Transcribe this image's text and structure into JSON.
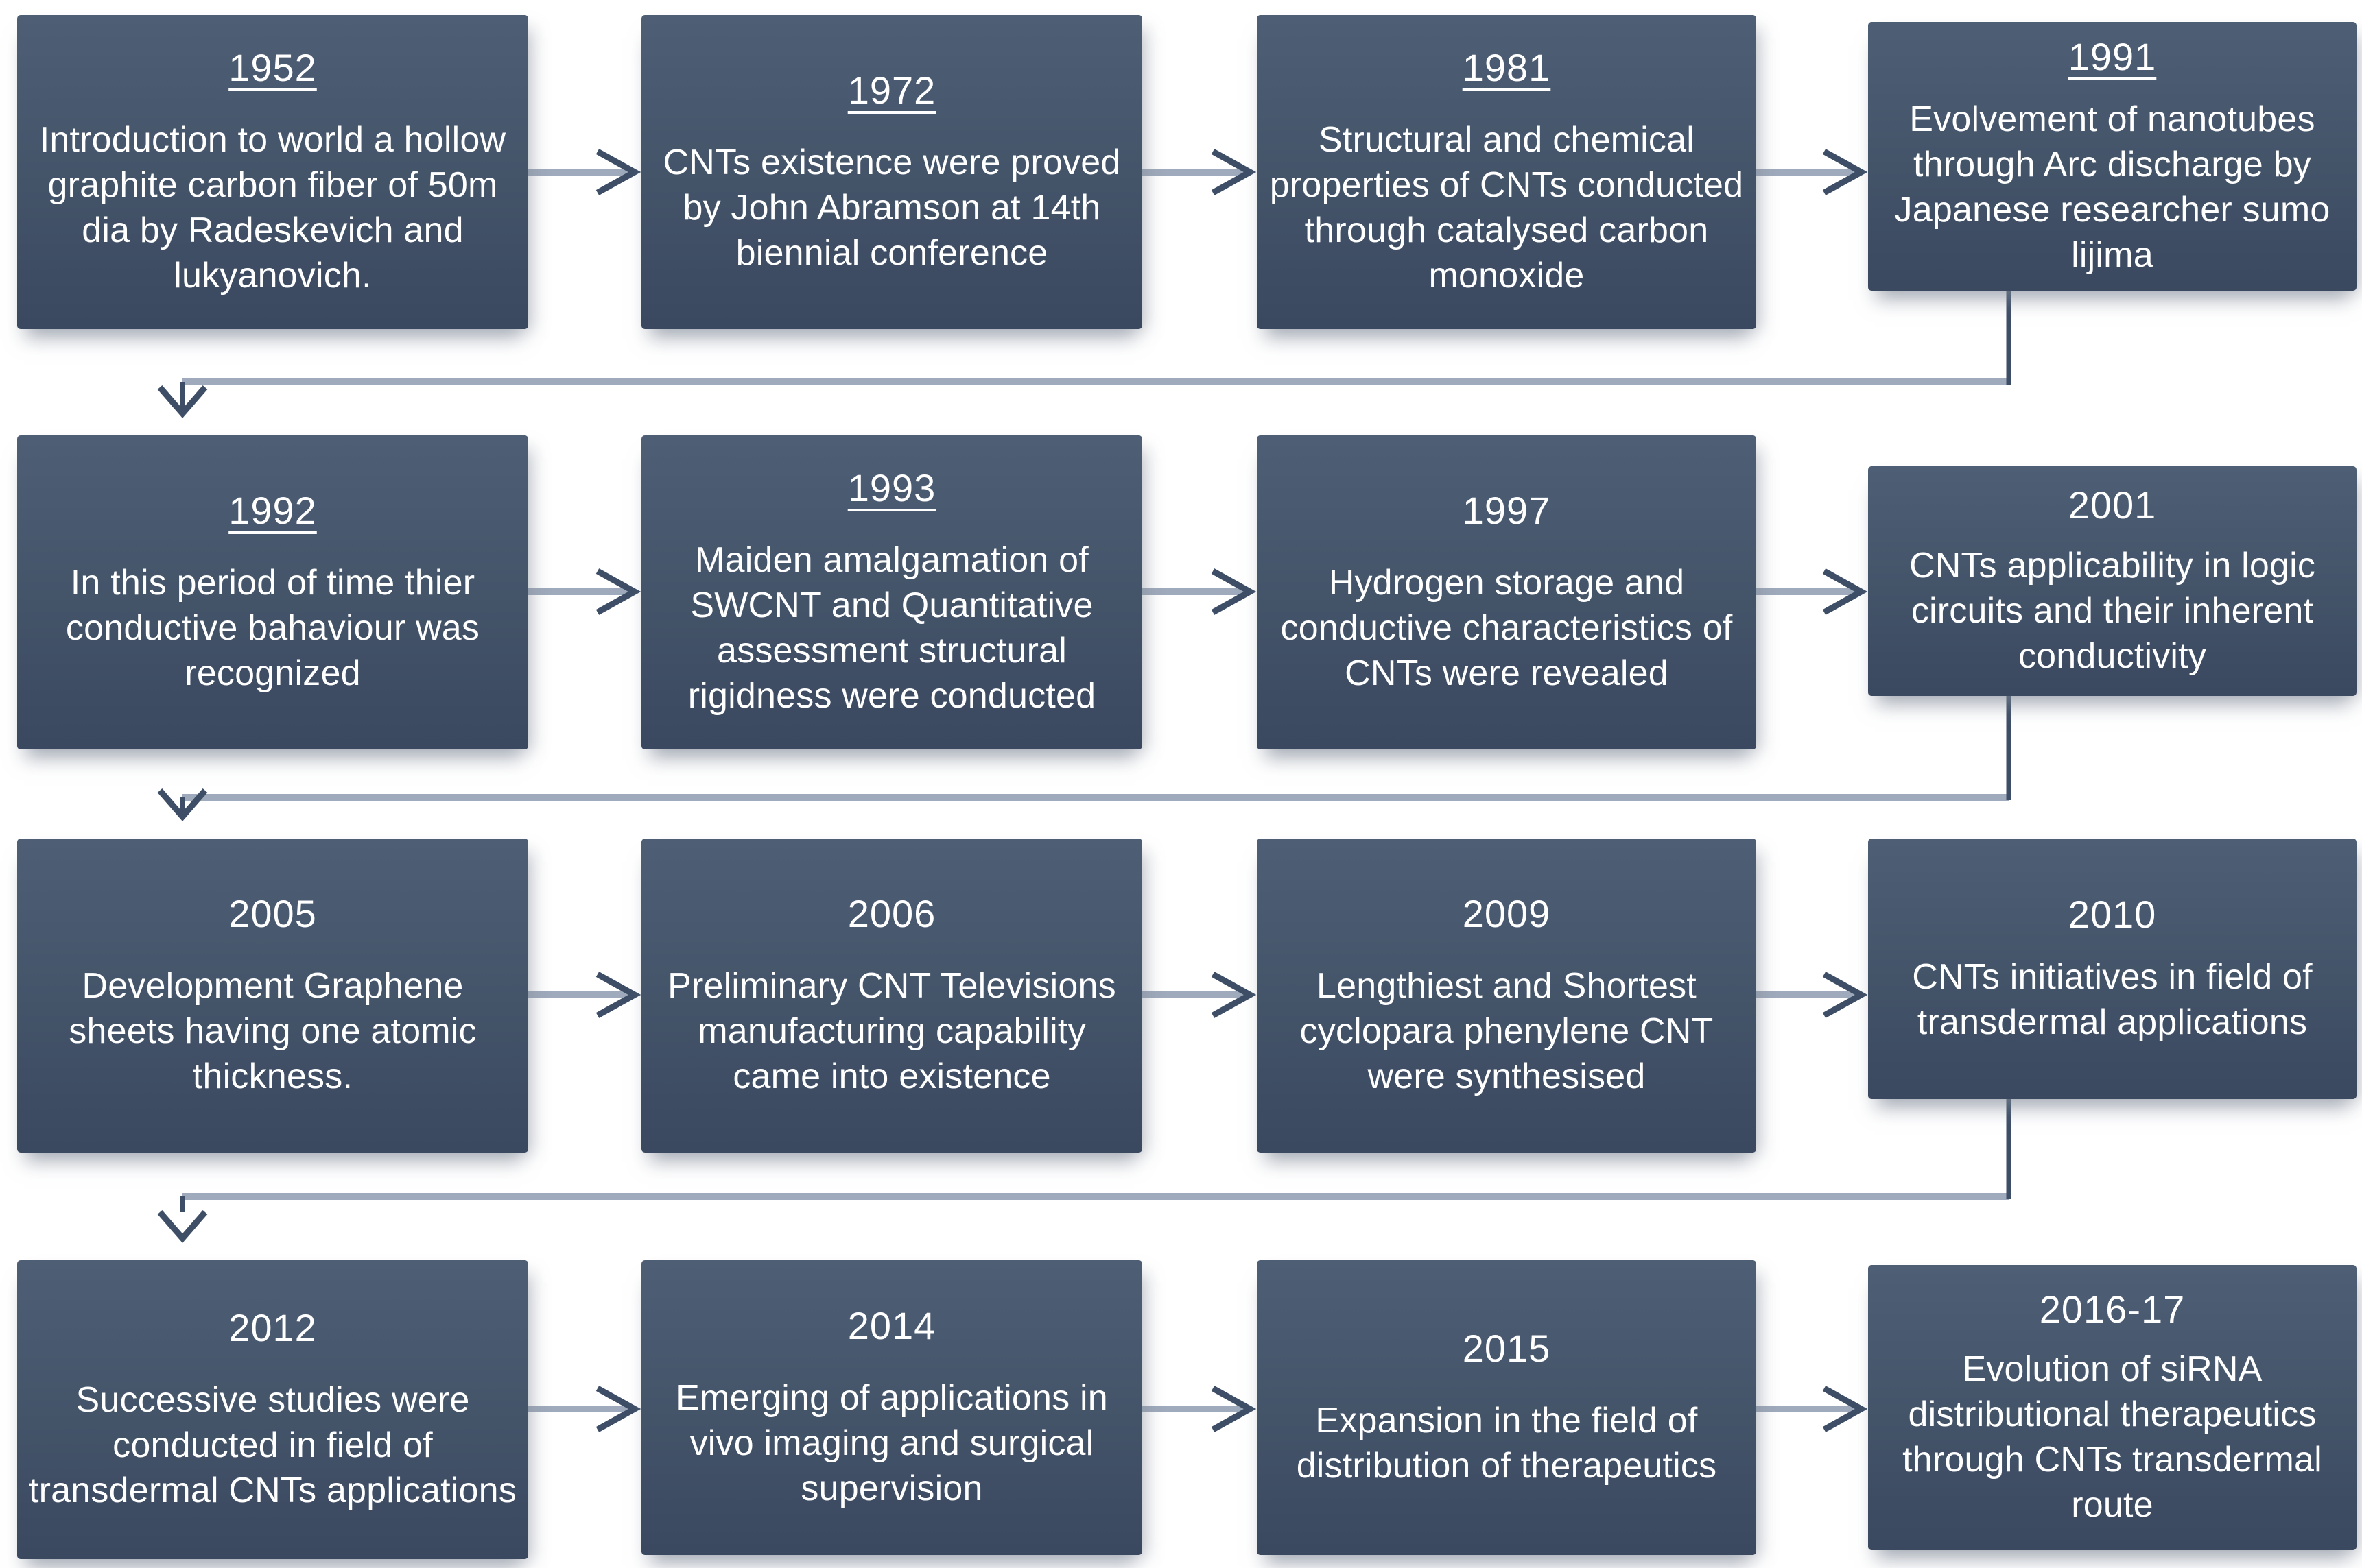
{
  "diagram_type": "timeline-flowchart",
  "subject": "Carbon nanotubes (CNTs) historical timeline",
  "colors": {
    "background": "#ffffff",
    "box_gradient_top": "#4e5e75",
    "box_gradient_bottom": "#3a4860",
    "text": "#ffffff",
    "connector_shaft": "#9fabbc",
    "connector_arrowhead": "#3d4e66"
  },
  "boxes": [
    {
      "year": "1952",
      "underlined": true,
      "text": "Introduction to world a hollow graphite carbon fiber of 50m dia by Radeskevich and lukyanovich."
    },
    {
      "year": "1972",
      "underlined": true,
      "text": "CNTs existence were proved by John Abramson at 14th biennial conference"
    },
    {
      "year": "1981",
      "underlined": true,
      "text": "Structural and chemical properties of CNTs conducted through catalysed carbon monoxide"
    },
    {
      "year": "1991",
      "underlined": true,
      "text": "Evolvement of nanotubes through Arc discharge by Japanese researcher sumo lijima"
    },
    {
      "year": "1992",
      "underlined": true,
      "text": "In this period of time thier conductive bahaviour was recognized"
    },
    {
      "year": "1993",
      "underlined": true,
      "text": "Maiden amalgamation of SWCNT and Quantitative assessment structural rigidness were conducted"
    },
    {
      "year": "1997",
      "underlined": false,
      "text": "Hydrogen storage and conductive characteristics of CNTs were revealed"
    },
    {
      "year": "2001",
      "underlined": false,
      "text": "CNTs applicability in logic circuits and their inherent conductivity"
    },
    {
      "year": "2005",
      "underlined": false,
      "text": "Development Graphene sheets having one atomic thickness."
    },
    {
      "year": "2006",
      "underlined": false,
      "text": "Preliminary CNT Televisions manufacturing capability came into existence"
    },
    {
      "year": "2009",
      "underlined": false,
      "text": "Lengthiest and Shortest cyclopara phenylene CNT were synthesised"
    },
    {
      "year": "2010",
      "underlined": false,
      "text": "CNTs initiatives in field of transdermal applications"
    },
    {
      "year": "2012",
      "underlined": false,
      "text": "Successive studies were conducted in field of transdermal CNTs applications"
    },
    {
      "year": "2014",
      "underlined": false,
      "text": "Emerging of applications in vivo imaging and surgical supervision"
    },
    {
      "year": "2015",
      "underlined": false,
      "text": "Expansion in the field of distribution of therapeutics"
    },
    {
      "year": "2016-17",
      "underlined": false,
      "text": "Evolution of siRNA distributional therapeutics through CNTs transdermal route"
    }
  ],
  "flow_order": [
    "1952",
    "1972",
    "1981",
    "1991",
    "1992",
    "1993",
    "1997",
    "2001",
    "2005",
    "2006",
    "2009",
    "2010",
    "2012",
    "2014",
    "2015",
    "2016-17"
  ]
}
